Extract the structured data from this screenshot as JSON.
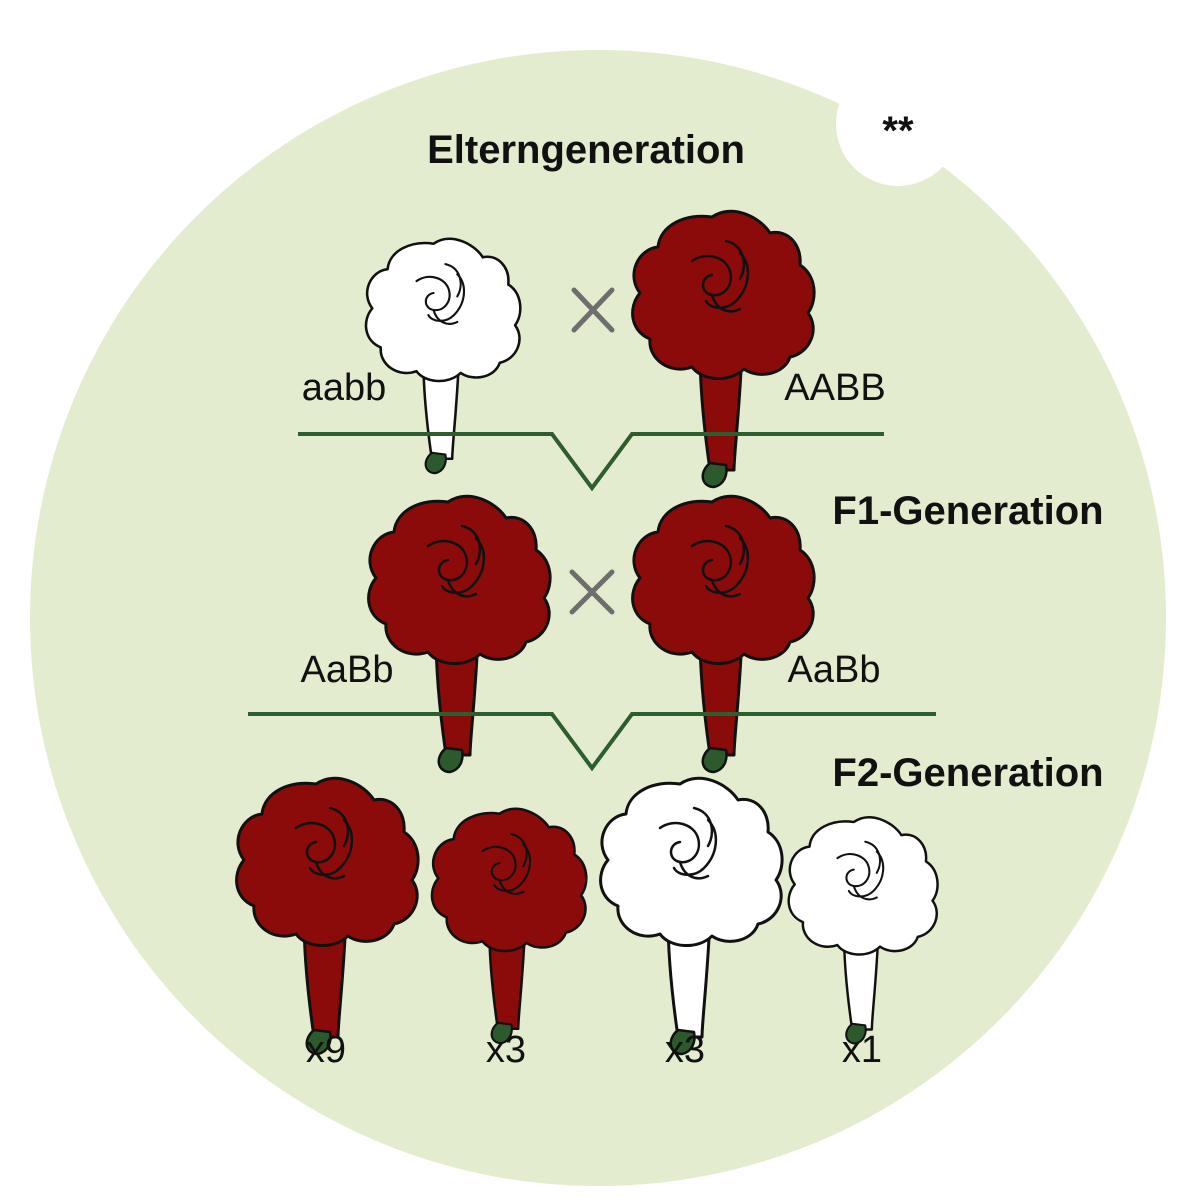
{
  "colors": {
    "background_circle": "#e3ecce",
    "badge": "#ffffff",
    "red_flower": "#8b0a0a",
    "white_flower": "#ffffff",
    "outline": "#111111",
    "sepal": "#2d5a2d",
    "connector": "#2e5e2e",
    "cross": "#6e6e6e"
  },
  "badge": {
    "label": "**"
  },
  "parent_generation": {
    "title": "Elterngeneration",
    "left": {
      "genotype": "aabb",
      "color": "white"
    },
    "right": {
      "genotype": "AABB",
      "color": "red"
    }
  },
  "f1_generation": {
    "title": "F1-Generation",
    "left": {
      "genotype": "AaBb",
      "color": "red"
    },
    "right": {
      "genotype": "AaBb",
      "color": "red"
    }
  },
  "f2_generation": {
    "title": "F2-Generation",
    "groups": [
      {
        "count": "x9",
        "color": "red"
      },
      {
        "count": "x3",
        "color": "red"
      },
      {
        "count": "x3",
        "color": "white"
      },
      {
        "count": "x1",
        "color": "white"
      }
    ]
  }
}
